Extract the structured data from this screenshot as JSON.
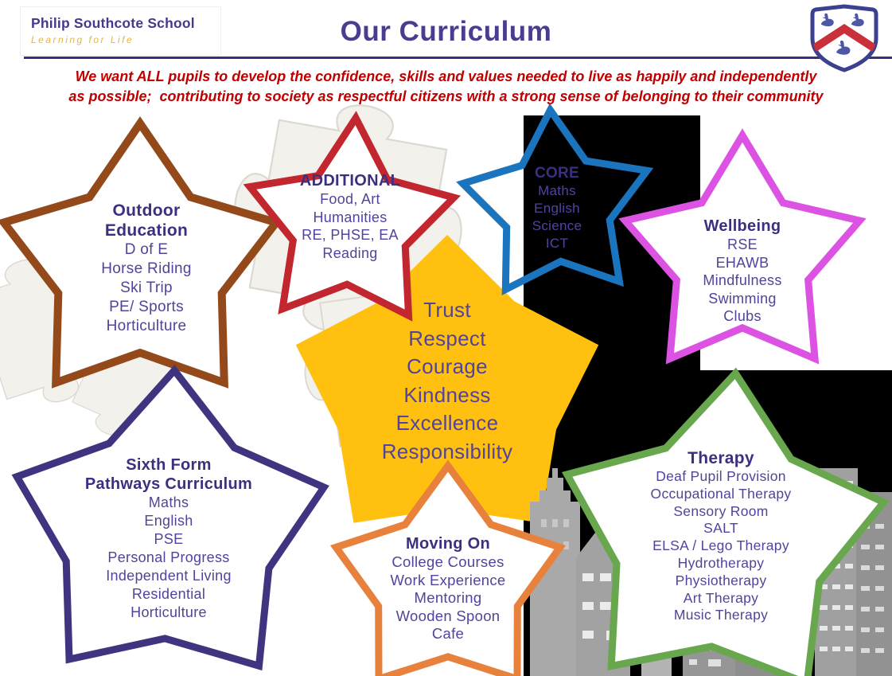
{
  "header": {
    "school_name": "Philip Southcote School",
    "school_tagline": "Learning for Life",
    "title": "Our Curriculum"
  },
  "mission": {
    "line1": "We want ALL pupils to develop the confidence, skills and values needed to live as happily and independently",
    "line2": "as possible;  contributing to society as respectful citizens with a strong sense of belonging to their community"
  },
  "stars": [
    {
      "id": "outdoor-education",
      "color": "#94491B",
      "fill": "#FFFFFF",
      "title_lines": [
        "Outdoor",
        "Education"
      ],
      "items": [
        "D of E",
        "Horse Riding",
        "Ski Trip",
        "PE/ Sports",
        "Horticulture"
      ]
    },
    {
      "id": "additional",
      "color": "#C2262E",
      "fill": "#FFFFFF",
      "title_lines": [
        "ADDITIONAL"
      ],
      "items": [
        "Food, Art",
        "Humanities",
        "RE, PHSE, EA",
        "Reading"
      ]
    },
    {
      "id": "core",
      "color": "#1B74BE",
      "fill": "none",
      "title_lines": [
        "CORE"
      ],
      "items": [
        "Maths",
        "English",
        "Science",
        "ICT"
      ]
    },
    {
      "id": "wellbeing",
      "color": "#DC53E4",
      "fill": "#FFFFFF",
      "title_lines": [
        "Wellbeing"
      ],
      "items": [
        "RSE",
        "EHAWB",
        "Mindfulness",
        "Swimming",
        "Clubs"
      ]
    },
    {
      "id": "values",
      "color": "#FFC010",
      "fill": "#FFC010",
      "title_lines": [],
      "items": [
        "Trust",
        "Respect",
        "Courage",
        "Kindness",
        "Excellence",
        "Responsibility"
      ]
    },
    {
      "id": "sixth-form",
      "color": "#3F3480",
      "fill": "#FFFFFF",
      "title_lines": [
        "Sixth Form",
        "Pathways Curriculum"
      ],
      "items": [
        "Maths",
        "English",
        "PSE",
        "Personal Progress",
        "Independent Living",
        "Residential",
        "Horticulture"
      ]
    },
    {
      "id": "moving-on",
      "color": "#E8813B",
      "fill": "#FFFFFF",
      "title_lines": [
        "Moving On"
      ],
      "items": [
        "College Courses",
        "Work Experience",
        "Mentoring",
        "Wooden Spoon",
        "Cafe"
      ]
    },
    {
      "id": "therapy",
      "color": "#68A74D",
      "fill": "#FFFFFF",
      "title_lines": [
        "Therapy"
      ],
      "items": [
        "Deaf Pupil Provision",
        "Occupational Therapy",
        "Sensory Room",
        "SALT",
        "ELSA / Lego Therapy",
        "Hydrotherapy",
        "Physiotherapy",
        "Art Therapy",
        "Music Therapy"
      ]
    }
  ],
  "colors": {
    "title_text": "#4A3C8F",
    "mission_text": "#C00000",
    "star_heading": "#3D2F80",
    "star_body": "#52439B",
    "crest_border": "#3C418F",
    "crest_chevron": "#C93039",
    "crest_duck": "#4C57A5"
  }
}
